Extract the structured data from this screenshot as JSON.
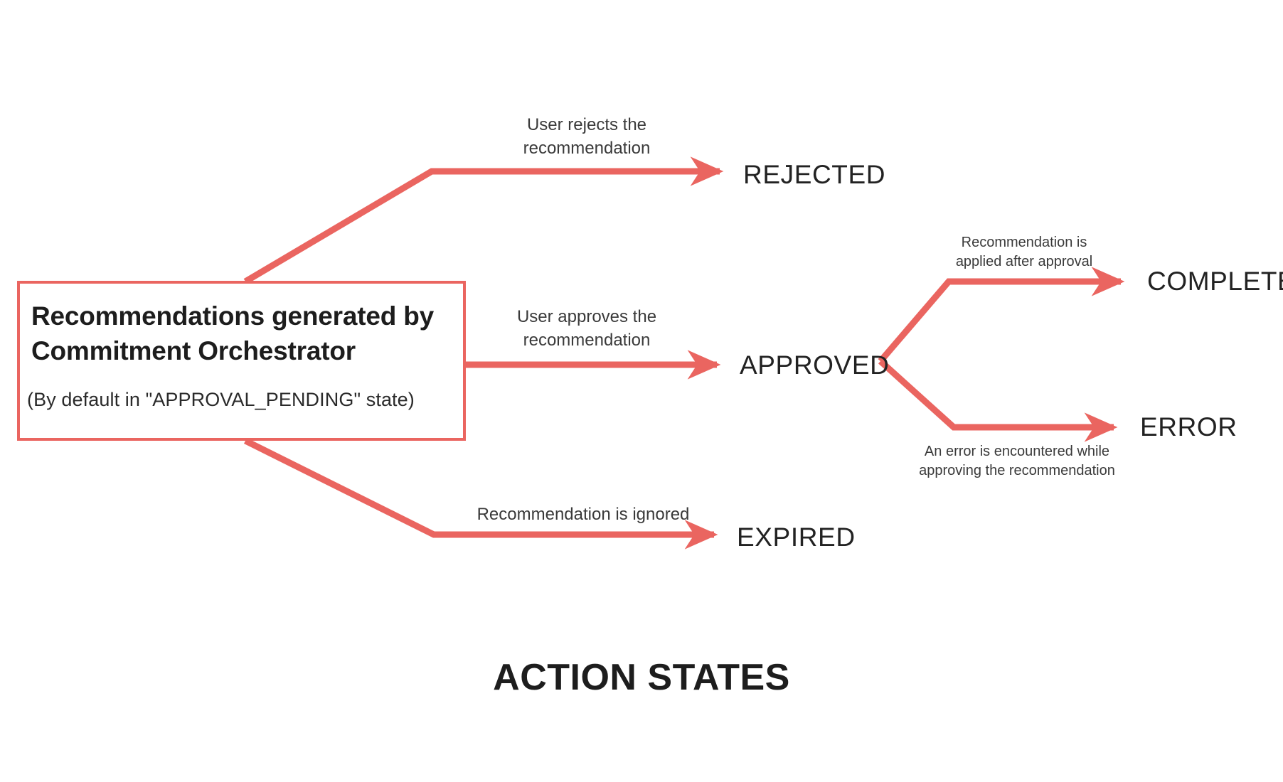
{
  "diagram": {
    "title": "ACTION STATES",
    "accent_color": "#ea6560",
    "text_color": "#222222",
    "background_color": "#ffffff",
    "source_node": {
      "title": "Recommendations generated by Commitment Orchestrator",
      "subtitle": "(By default in \"APPROVAL_PENDING\" state)"
    },
    "states": {
      "rejected": "REJECTED",
      "approved": "APPROVED",
      "expired": "EXPIRED",
      "completed": "COMPLETED",
      "error": "ERROR"
    },
    "edges": [
      {
        "id": "to-rejected",
        "from": "Recommendations generated by Commitment Orchestrator",
        "to": "REJECTED",
        "label": "User rejects the\nrecommendation"
      },
      {
        "id": "to-approved",
        "from": "Recommendations generated by Commitment Orchestrator",
        "to": "APPROVED",
        "label": "User approves the\nrecommendation"
      },
      {
        "id": "to-expired",
        "from": "Recommendations generated by Commitment Orchestrator",
        "to": "EXPIRED",
        "label": "Recommendation is ignored"
      },
      {
        "id": "to-completed",
        "from": "APPROVED",
        "to": "COMPLETED",
        "label": "Recommendation is\napplied after approval"
      },
      {
        "id": "to-error",
        "from": "APPROVED",
        "to": "ERROR",
        "label": "An error is encountered while\napproving the recommendation"
      }
    ]
  }
}
